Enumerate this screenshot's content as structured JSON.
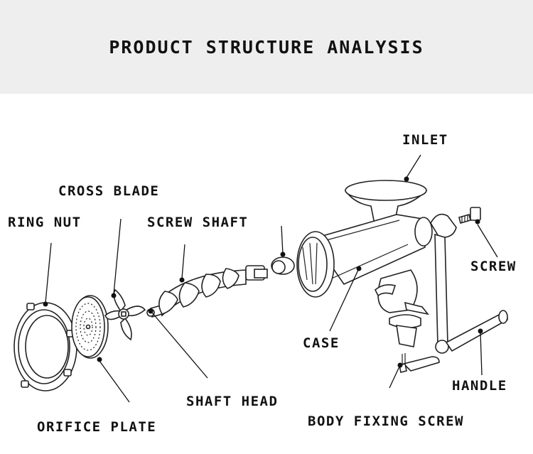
{
  "title": "PRODUCT STRUCTURE ANALYSIS",
  "labels": {
    "inlet": "INLET",
    "cross_blade": "CROSS BLADE",
    "ring_nut": "RING NUT",
    "screw_shaft": "SCREW SHAFT",
    "screw": "SCREW",
    "case": "CASE",
    "handle": "HANDLE",
    "shaft_head": "SHAFT HEAD",
    "orifice_plate": "ORIFICE PLATE",
    "body_fixing_screw": "BODY FIXING SCREW"
  },
  "colors": {
    "header_bg": "#eeeeee",
    "line": "#111111",
    "background": "#ffffff"
  }
}
